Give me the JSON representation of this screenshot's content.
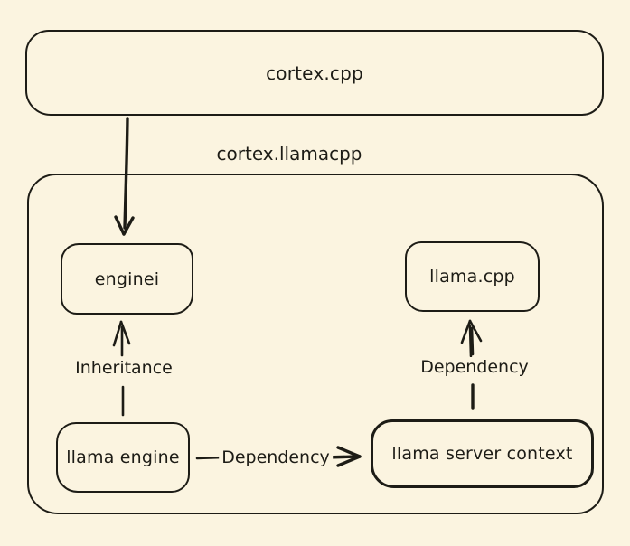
{
  "diagram": {
    "colors": {
      "background": "#fbf4e0",
      "ink": "#1d1c16"
    },
    "nodes": {
      "cortex_cpp": {
        "label": "cortex.cpp"
      },
      "enginei": {
        "label": "enginei"
      },
      "llama_cpp": {
        "label": "llama.cpp"
      },
      "llama_engine": {
        "label": "llama engine"
      },
      "llama_server_context": {
        "label": "llama server context"
      }
    },
    "groups": {
      "cortex_llamacpp": {
        "label": "cortex.llamacpp"
      }
    },
    "edges": {
      "cortex_to_enginei": {
        "label": "",
        "from": "cortex_cpp",
        "to": "enginei"
      },
      "inheritance": {
        "label": "Inheritance",
        "from": "llama_engine",
        "to": "enginei"
      },
      "dependency_horizontal": {
        "label": "Dependency",
        "from": "llama_engine",
        "to": "llama_server_context"
      },
      "dependency_vertical": {
        "label": "Dependency",
        "from": "llama_server_context",
        "to": "llama_cpp"
      }
    }
  }
}
